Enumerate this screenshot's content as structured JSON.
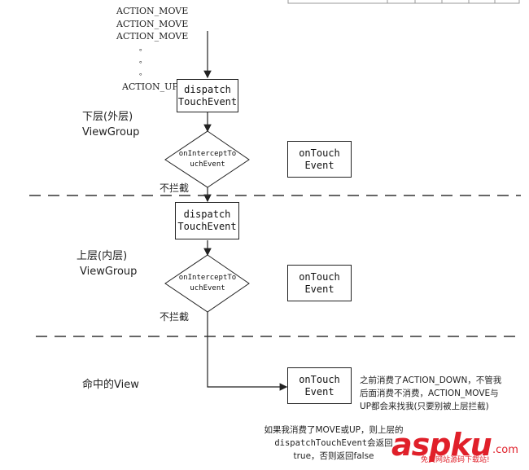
{
  "events": [
    "ACTION_MOVE",
    "ACTION_MOVE",
    "ACTION_MOVE",
    "。",
    "。",
    "。",
    "ACTION_UP"
  ],
  "layers": {
    "outer_title": "下层(外层)",
    "outer_sub": "ViewGroup",
    "inner_title": "上层(内层)",
    "inner_sub": "ViewGroup",
    "target": "命中的View"
  },
  "flow": {
    "outer": {
      "dispatch": [
        "dispatch",
        "TouchEvent"
      ],
      "intercept": [
        "onInterceptTo",
        "uchEvent"
      ],
      "ontouch": [
        "onTouch",
        "Event"
      ],
      "no_intercept": "不拦截"
    },
    "inner": {
      "dispatch": [
        "dispatch",
        "TouchEvent"
      ],
      "intercept": [
        "onInterceptTo",
        "uchEvent"
      ],
      "ontouch": [
        "onTouch",
        "Event"
      ],
      "no_intercept": "不拦截"
    },
    "view": {
      "ontouch": [
        "onTouch",
        "Event"
      ]
    }
  },
  "notes": {
    "right": [
      "之前消费了ACTION_DOWN，不管我",
      "后面消费不消费，ACTION_MOVE与",
      "UP都会来找我(只要别被上层拦截)"
    ],
    "bottom": [
      "如果我消费了MOVE或UP，则上层的",
      "dispatchTouchEvent会返回",
      "true，否则返回false"
    ]
  },
  "watermark": {
    "logo": "aspku",
    "domain": ".com",
    "subtitle": "免费网站源码下载站!"
  }
}
